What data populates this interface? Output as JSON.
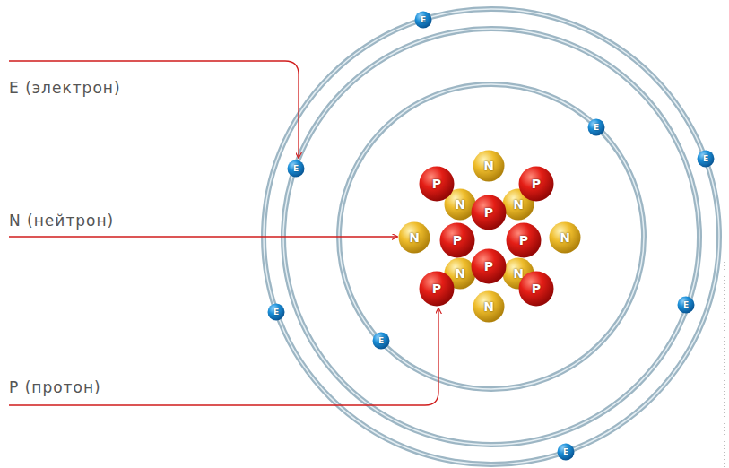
{
  "diagram": {
    "nodes": [
      {
        "text": [
          "E"
        ]
      },
      {
        "text": [
          "E"
        ]
      },
      {
        "text": [
          "E"
        ]
      },
      {
        "text": [
          "N"
        ]
      },
      {
        "text": [
          "E"
        ]
      },
      {
        "text": [
          "P"
        ]
      },
      {
        "text": [
          "P"
        ]
      },
      {
        "text": [
          "N"
        ]
      },
      {
        "text": [
          "N"
        ]
      },
      {
        "text": [
          "P"
        ]
      },
      {
        "text": [
          "N"
        ]
      },
      {
        "text": [
          "N"
        ]
      },
      {
        "text": [
          "P"
        ]
      },
      {
        "text": [
          "P"
        ]
      },
      {
        "text": [
          "P"
        ]
      },
      {
        "text": [
          "N"
        ]
      },
      {
        "text": [
          "N"
        ]
      },
      {
        "text": [
          "P"
        ]
      },
      {
        "text": [
          "P"
        ]
      },
      {
        "text": [
          "E"
        ]
      },
      {
        "text": [
          "N"
        ]
      },
      {
        "text": [
          "E"
        ]
      },
      {
        "text": [
          "E"
        ]
      },
      {
        "text": [
          "E"
        ]
      }
    ],
    "labels": [
      "E (электрон)",
      "N (нейтрон)",
      "P (протон)"
    ]
  }
}
